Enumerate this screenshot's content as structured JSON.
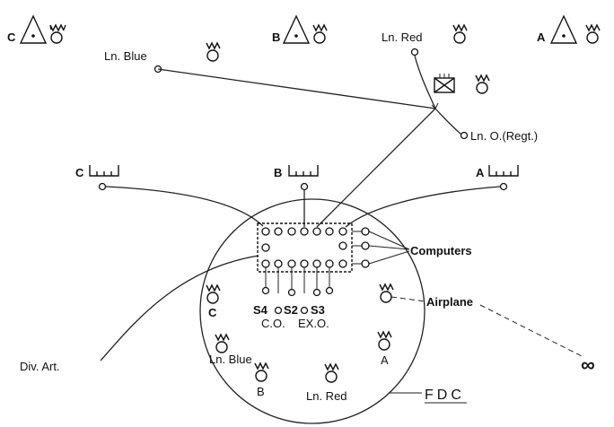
{
  "labels": {
    "battery_c_top": "C",
    "battery_b_top": "B",
    "battery_a_top": "A",
    "ln_blue_top": "Ln. Blue",
    "ln_red_top": "Ln. Red",
    "ln_o_regt": "Ln. O.(Regt.)",
    "battery_c_mid": "C",
    "battery_b_mid": "B",
    "battery_a_mid": "A",
    "computers": "Computers",
    "airplane": "Airplane",
    "s4": "S4",
    "s2": "S2",
    "s3": "S3",
    "co": "C.O.",
    "exo": "EX.O.",
    "c_inner": "C",
    "a_inner": "A",
    "ln_blue_inner": "Ln. Blue",
    "b_inner": "B",
    "ln_red_inner": "Ln. Red",
    "div_art": "Div. Art.",
    "fdc": "FDC",
    "infinity": "∞"
  }
}
